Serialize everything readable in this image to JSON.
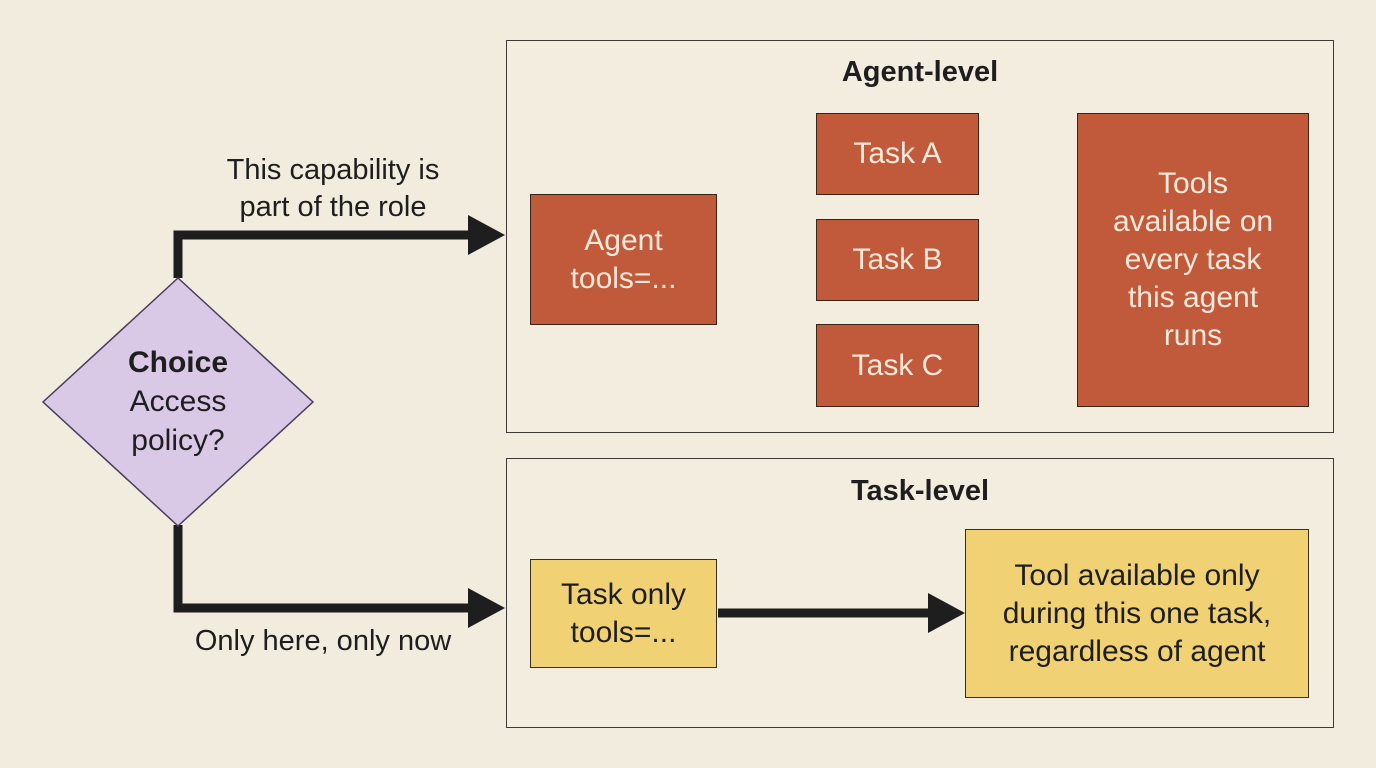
{
  "decision": {
    "title": "Choice",
    "question": "Access\npolicy?"
  },
  "edges": {
    "upper_label": "This capability is\npart of the role",
    "lower_label": "Only here, only now"
  },
  "agent_panel": {
    "title": "Agent-level",
    "agent_box": "Agent\ntools=...",
    "tasks": [
      "Task A",
      "Task B",
      "Task C"
    ],
    "result": "Tools\navailable on\nevery task\nthis agent\nruns"
  },
  "task_panel": {
    "title": "Task-level",
    "task_box": "Task only\ntools=...",
    "result": "Tool available only\nduring this one task,\nregardless of agent"
  },
  "colors": {
    "background": "#f2ecdf",
    "decision_fill": "#d9c8e6",
    "agent_box_fill": "#c05a3a",
    "task_box_fill": "#f0d274",
    "arrow": "#1e1e1e"
  }
}
